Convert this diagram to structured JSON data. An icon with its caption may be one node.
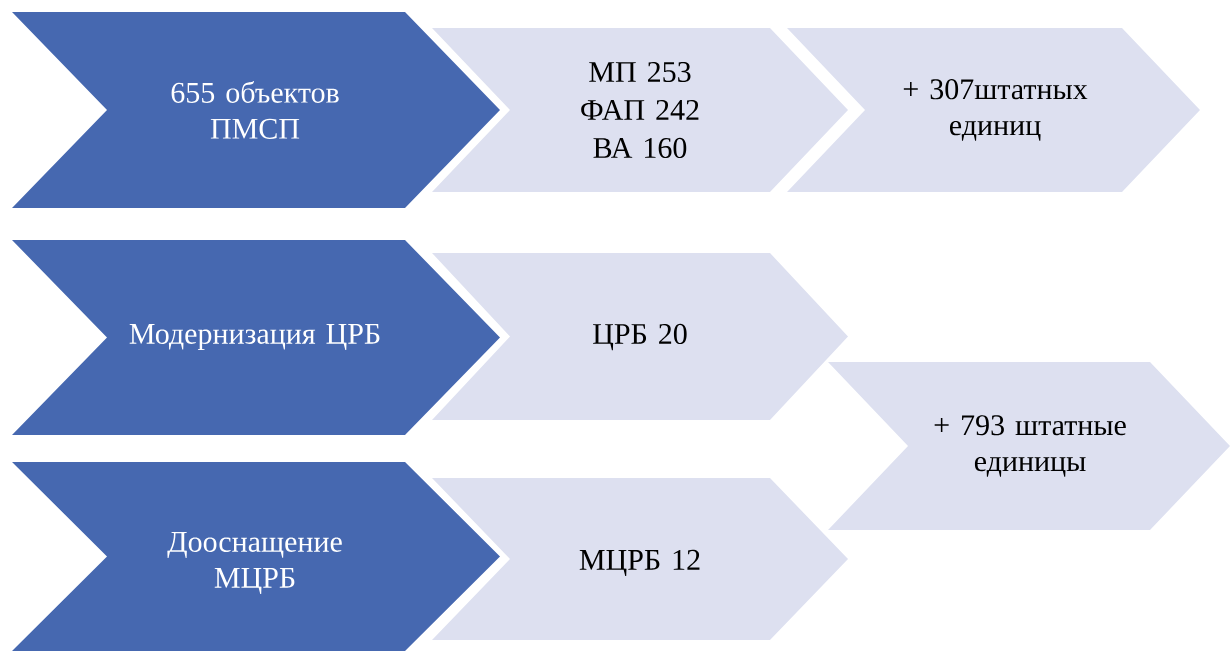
{
  "diagram": {
    "nodes": [
      {
        "text": [
          "655 объектов ПМСП"
        ]
      },
      {
        "text": [
          "МП 253",
          "ФАП 242",
          "ВА 160"
        ]
      },
      {
        "text": [
          "+ 307штатных единиц"
        ]
      },
      {
        "text": [
          "Модернизация ЦРБ"
        ]
      },
      {
        "text": [
          "ЦРБ 20"
        ]
      },
      {
        "text": [
          "+ 793 штатные единицы"
        ]
      },
      {
        "text": [
          "Дооснащение МЦРБ"
        ]
      },
      {
        "text": [
          "МЦРБ 12"
        ]
      }
    ]
  }
}
